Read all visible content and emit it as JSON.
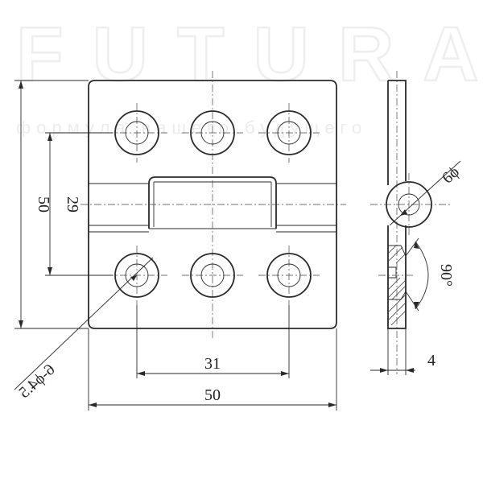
{
  "watermark": {
    "brand": "FUTURA",
    "tagline": "формула вашего будущего"
  },
  "dimensions": {
    "overall_height": "50",
    "knuckle_height": "29",
    "hole_spacing": "31",
    "overall_width": "50",
    "pin_diameter": "6ϕ",
    "countersink_angle": "90°",
    "thickness": "4",
    "hole_callout": "6-ϕ4.5"
  },
  "colors": {
    "line": "#2a2a2a",
    "watermark": "#eeeeee"
  }
}
